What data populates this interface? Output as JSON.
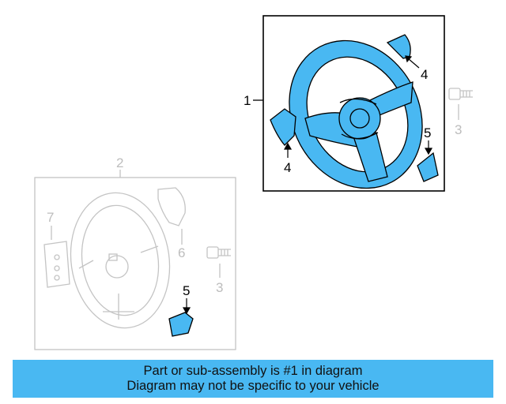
{
  "diagram": {
    "callouts": {
      "main_assembly": "1",
      "assembly_2": "2",
      "bolt_upper": "3",
      "bolt_lower": "3",
      "cover_left": "4",
      "cover_upper": "4",
      "trim_upper": "5",
      "trim_lower": "5",
      "part_6": "6",
      "part_7": "7"
    },
    "colors": {
      "highlight": "#49b8f2",
      "ghost": "#c8c8c8",
      "line": "#000000"
    }
  },
  "banner": {
    "line1": "Part or sub-assembly is #1 in diagram",
    "line2": "Diagram may not be specific to your vehicle"
  }
}
